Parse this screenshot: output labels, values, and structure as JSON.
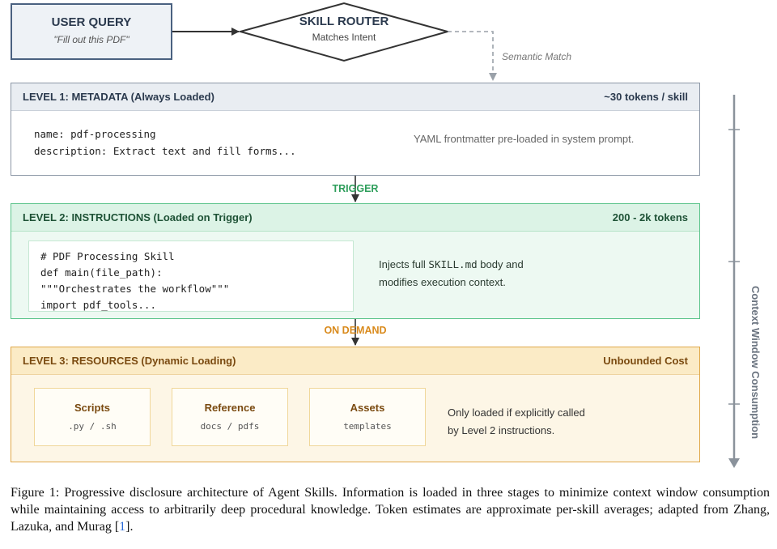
{
  "user_query": {
    "title": "USER QUERY",
    "subtitle": "\"Fill out this PDF\""
  },
  "skill_router": {
    "title": "SKILL ROUTER",
    "subtitle": "Matches Intent"
  },
  "semantic_match": "Semantic Match",
  "level1": {
    "title": "LEVEL 1: METADATA (Always Loaded)",
    "tokens": "~30 tokens / skill",
    "code": [
      "name: pdf-processing",
      "description: Extract text and fill forms..."
    ],
    "desc": "YAML frontmatter pre-loaded in system prompt."
  },
  "trigger_label": "TRIGGER",
  "level2": {
    "title": "LEVEL 2: INSTRUCTIONS (Loaded on Trigger)",
    "tokens": "200 - 2k tokens",
    "code": [
      "# PDF Processing Skill",
      "def main(file_path):",
      "\"\"\"Orchestrates the workflow\"\"\"",
      "import pdf_tools..."
    ],
    "desc_before": "Injects full ",
    "desc_code": "SKILL.md",
    "desc_after": " body and",
    "desc_line2": "modifies execution context."
  },
  "on_demand_label": "ON DEMAND",
  "level3": {
    "title": "LEVEL 3: RESOURCES (Dynamic Loading)",
    "tokens": "Unbounded Cost",
    "cards": [
      {
        "name": "Scripts",
        "meta": ".py / .sh"
      },
      {
        "name": "Reference",
        "meta": "docs / pdfs"
      },
      {
        "name": "Assets",
        "meta": "templates"
      }
    ],
    "desc_line1": "Only loaded if explicitly called",
    "desc_line2": "by Level 2 instructions."
  },
  "context_axis_label": "Context Window Consumption",
  "caption": {
    "text": "Figure 1: Progressive disclosure architecture of Agent Skills. Information is loaded in three stages to minimize context window consumption while maintaining access to arbitrarily deep procedural knowledge. Token estimates are approximate per-skill averages; adapted from Zhang, Lazuka, and Murag [",
    "ref": "1",
    "end": "]."
  },
  "colors": {
    "level1_border": "#8c97a6",
    "level2_border": "#5cc48b",
    "level3_border": "#e0a84a",
    "trigger": "#2e9e5b",
    "on_demand": "#d98a1c"
  }
}
